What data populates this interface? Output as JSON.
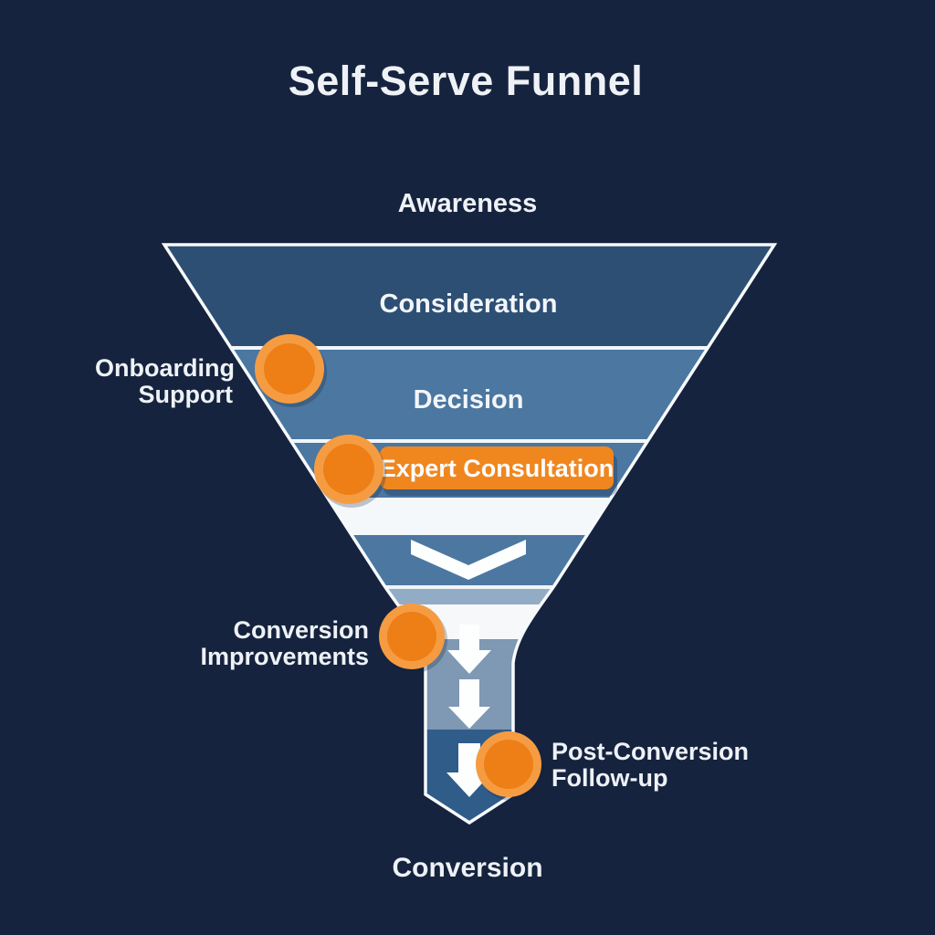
{
  "title": "Self-Serve Funnel",
  "funnel": {
    "top_label": "Awareness",
    "bottom_label": "Conversion",
    "stages": [
      {
        "label": "Consideration",
        "highlighted": false
      },
      {
        "label": "Decision",
        "highlighted": false
      },
      {
        "label": "Expert Consultation",
        "highlighted": true
      }
    ]
  },
  "annotations": [
    {
      "name": "onboarding-support",
      "side": "left",
      "lines": [
        "Onboarding",
        "Support"
      ]
    },
    {
      "name": "conversion-improvements",
      "side": "left",
      "lines": [
        "Conversion",
        "Improvements"
      ]
    },
    {
      "name": "post-conversion-follow-up",
      "side": "right",
      "lines": [
        "Post-Conversion",
        "Follow-up"
      ]
    }
  ],
  "colors": {
    "background": "#16233e",
    "band_dark_blue": "#2d4f74",
    "band_mid_blue": "#4b77a1",
    "band_light_blue": "#93acc6",
    "stem_gray_blue": "#7f98b3",
    "stem_dark_blue": "#305c89",
    "white_band": "#f5f8fa",
    "outline_white": "#f7fafc",
    "highlight_orange": "#f0861e",
    "marker_rim_orange": "#f59c42",
    "marker_core_orange": "#ee7e16",
    "text_white": "#eef2f6"
  }
}
